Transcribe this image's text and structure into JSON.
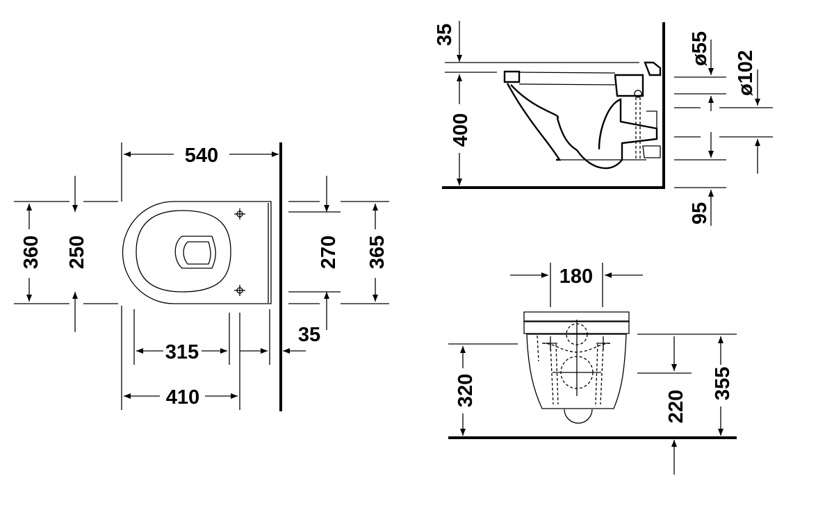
{
  "plan_view": {
    "width_total": "540",
    "width_left_outer": "360",
    "width_left_inner": "250",
    "width_right_inner": "270",
    "width_right_outer": "365",
    "depth_fixing": "315",
    "depth_outlet": "410",
    "wall_offset": "35"
  },
  "side_view": {
    "seat_thickness": "35",
    "rim_height": "400",
    "inlet_diameter": "ø55",
    "outlet_diameter": "ø102",
    "outlet_height": "95"
  },
  "front_view": {
    "fixing_spacing": "180",
    "fixing_height": "320",
    "outlet_height": "220",
    "overall_height": "355"
  }
}
